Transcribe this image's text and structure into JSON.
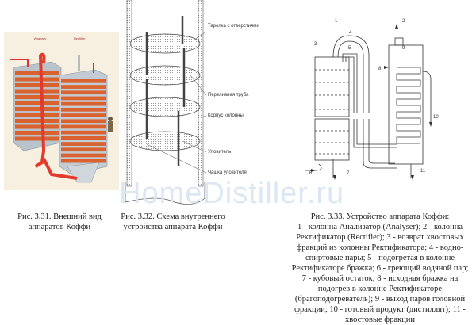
{
  "figure_1": {
    "labels": {
      "analyser": "Analyser",
      "rectifier": "Rectifier"
    },
    "caption": "Рис. 3.31. Внешний вид аппаратов Коффи"
  },
  "figure_2": {
    "labels": [
      "Тарелка с отверстиями",
      "Переливная труба",
      "Корпус колонны",
      "Уловитель",
      "Чашка уловителя"
    ],
    "caption": "Рис. 3.32. Схема внутреннего устройства аппарата Коффи"
  },
  "figure_3": {
    "numbers": [
      "1",
      "2",
      "3",
      "4",
      "5",
      "6",
      "7",
      "8",
      "9",
      "10",
      "11"
    ],
    "caption_title": "Рис. 3.33. Устройство аппарата Коффи:",
    "caption_body": "1 - колонна Анализатор (Analyser); 2 - колонна Ректификатор (Rectifier); 3 - возврат хвостовых фракций из колонны Ректификатора; 4 - водно-спиртовые пары; 5 - подогретая в колонне Ректификаторе бражка; 6 - греющий водяной пар; 7 - кубовый остаток; 8 - исходная бражка на подогрев в колонне Ректификаторе (брагоподогреватель); 9 - выход паров головной фракции; 10 - готовый продукт (дистиллят); 11 - хвостовые фракции"
  },
  "watermark": "HomeDistiller.ru",
  "colors": {
    "copper": "#d9622e",
    "pipe_red": "#e23b2e",
    "steel": "#b9c3cc",
    "bg_fig1": "#f7f0e0"
  }
}
